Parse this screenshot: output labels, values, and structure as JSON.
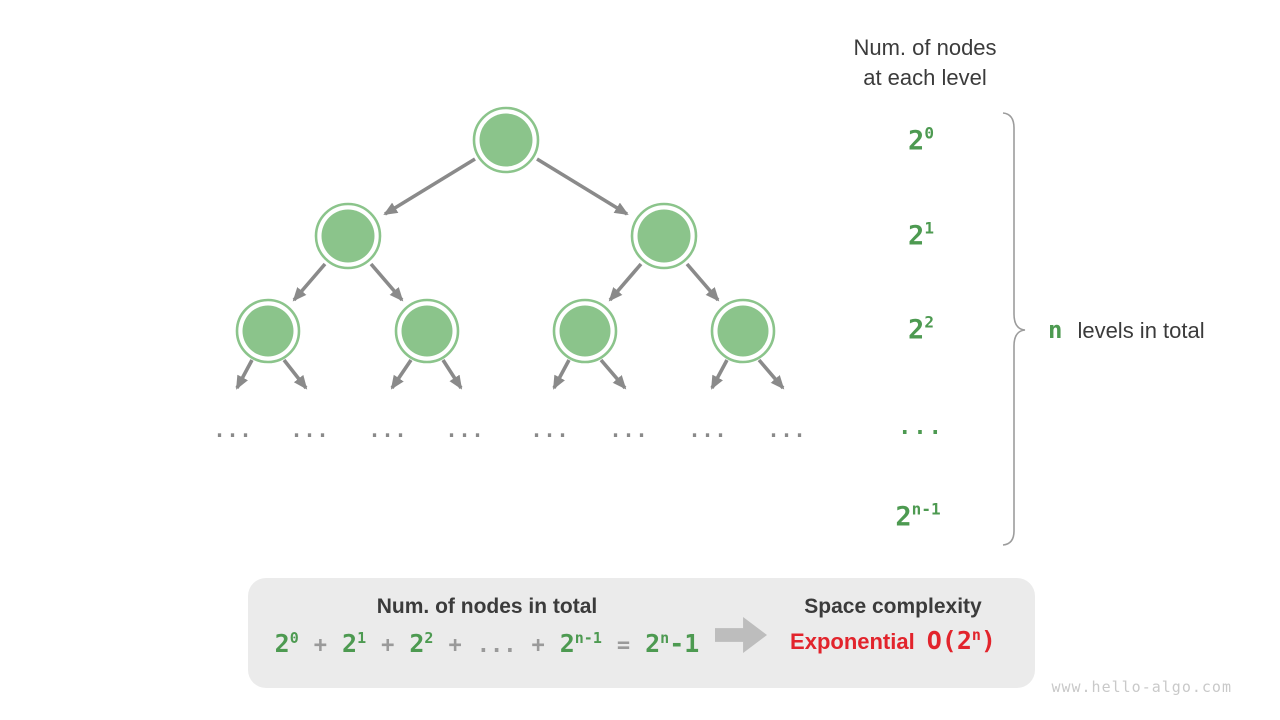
{
  "header": {
    "line1": "Num. of nodes",
    "line2": "at each level"
  },
  "level_labels": [
    {
      "base": "2",
      "exp": "0"
    },
    {
      "base": "2",
      "exp": "1"
    },
    {
      "base": "2",
      "exp": "2"
    },
    {
      "dots": "..."
    },
    {
      "base": "2",
      "exp": "n-1"
    }
  ],
  "tree": {
    "dots": "..."
  },
  "brace_annotation": {
    "n": "n",
    "label": "levels in total"
  },
  "summary": {
    "left_title": "Num. of nodes in total",
    "formula": {
      "terms": [
        {
          "base": "2",
          "exp": "0"
        },
        {
          "base": "2",
          "exp": "1"
        },
        {
          "base": "2",
          "exp": "2"
        },
        {
          "base": "2",
          "exp": "n-1"
        }
      ],
      "plus": "+",
      "dots": "...",
      "equals": "=",
      "result": {
        "base": "2",
        "exp": "n",
        "suffix": "-1"
      }
    },
    "right_title": "Space complexity",
    "complexity": {
      "label": "Exponential",
      "prefix": "O(2",
      "exp": "n",
      "suffix": ")"
    }
  },
  "watermark": "www.hello-algo.com",
  "colors": {
    "node_green": "#8bc48b",
    "text_green": "#4d9a51",
    "arrow_gray": "#8a8a8a",
    "dark_text": "#3b3b3b",
    "box_background": "#ebebeb",
    "complexity_red": "#e2242c"
  }
}
